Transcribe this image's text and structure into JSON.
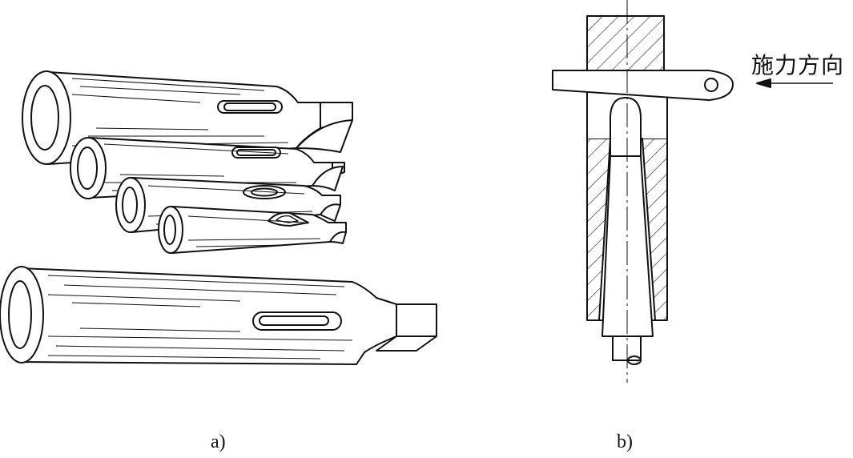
{
  "figure": {
    "panel_a": {
      "caption": "a)"
    },
    "panel_b": {
      "caption": "b)",
      "force_label": "施力方向"
    }
  }
}
